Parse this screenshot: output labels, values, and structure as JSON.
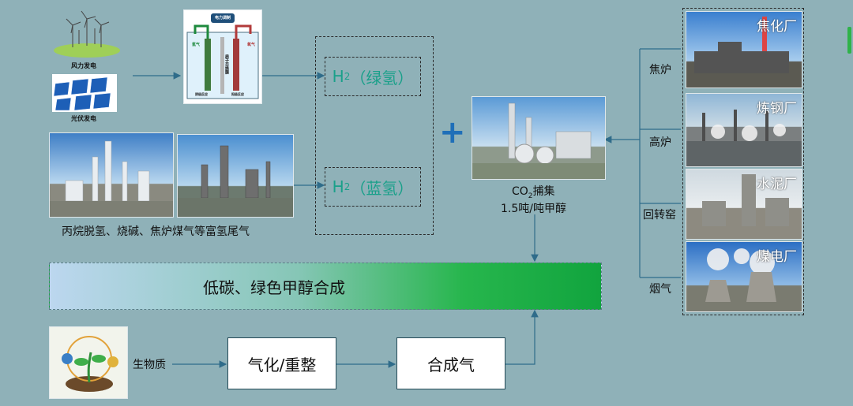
{
  "sources": {
    "wind": "风力发电",
    "solar": "光伏发电",
    "byproduct": "丙烷脱氢、烧碱、焦炉煤气等富氢尾气",
    "biomass": "生物质"
  },
  "electrolyzer": {
    "header": "电力调制",
    "center": "质子交换膜",
    "left_gas": "氢气",
    "right_gas": "氧气",
    "left_bottom": "阴极反应",
    "right_bottom": "阳极反应"
  },
  "hydrogen": {
    "green_main": "H",
    "green_sub": "2",
    "green_paren": "（绿氢）",
    "blue_main": "H",
    "blue_sub": "2",
    "blue_paren": "（蓝氢）"
  },
  "plus": "+",
  "capture": {
    "co": "CO",
    "sub": "2",
    "label": "捕集",
    "ratio": "1.5吨/吨甲醇"
  },
  "synthesis": "低碳、绿色甲醇合成",
  "process": {
    "gasify": "气化/重整",
    "syngas": "合成气"
  },
  "emitters": [
    {
      "plant": "焦化厂",
      "unit": "焦炉"
    },
    {
      "plant": "炼钢厂",
      "unit": "高炉"
    },
    {
      "plant": "水泥厂",
      "unit": "回转窑"
    },
    {
      "plant": "煤电厂",
      "unit": "烟气"
    }
  ],
  "colors": {
    "background": "#8fb1b8",
    "green_h2": "#1aa08a",
    "plus": "#1f6fb8",
    "banner_end": "#11a43e"
  }
}
